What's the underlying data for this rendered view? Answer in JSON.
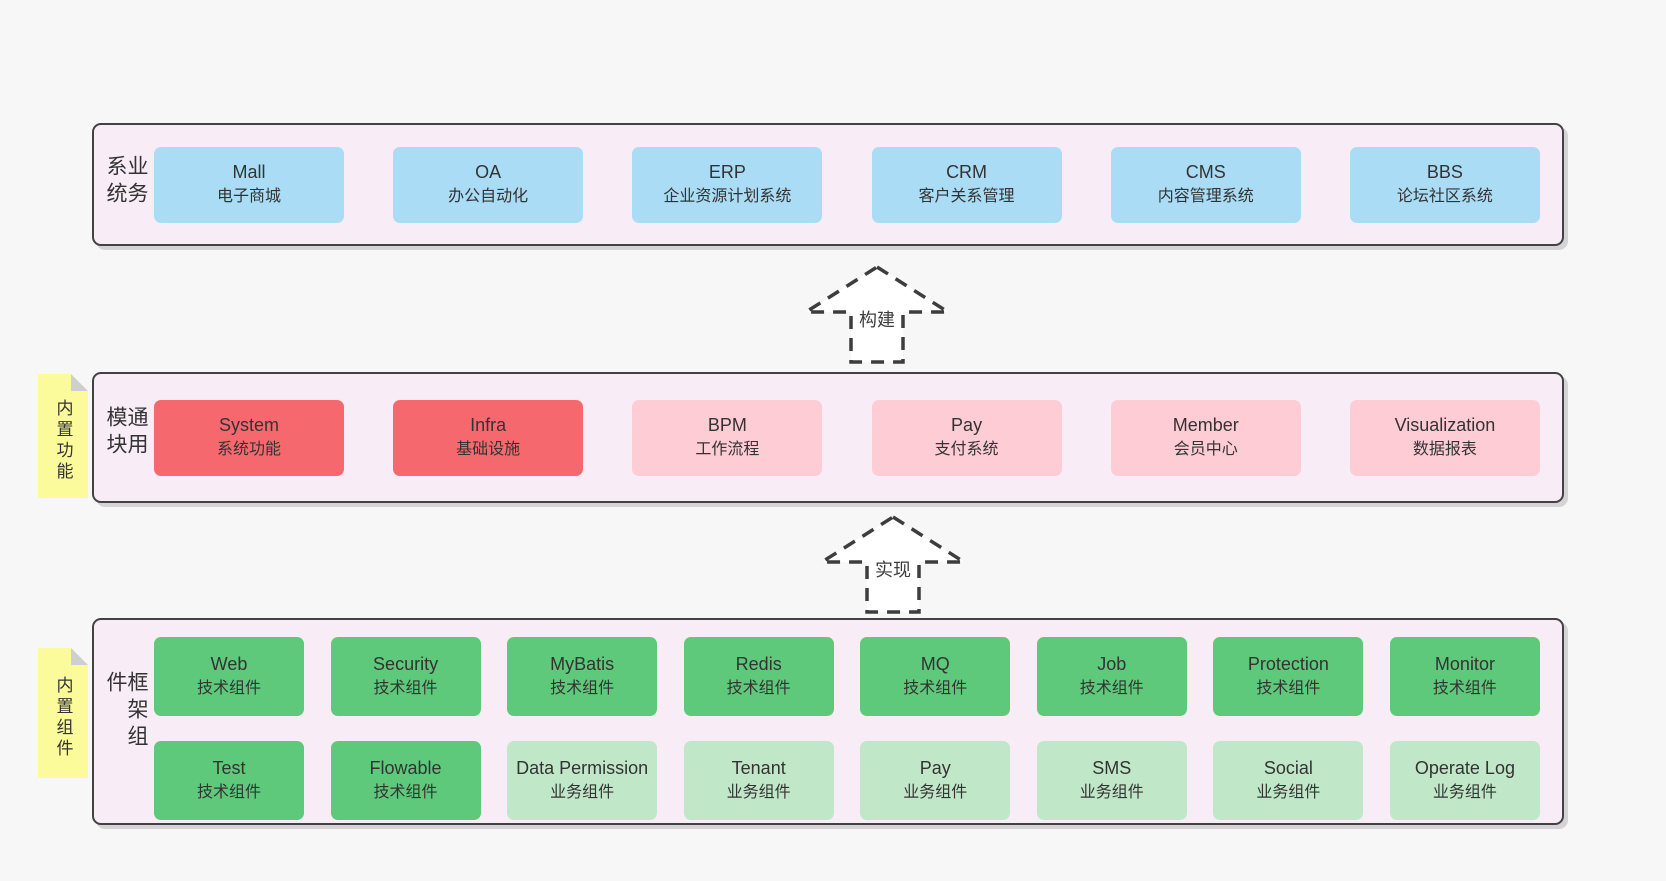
{
  "colors": {
    "page_bg": "#f7f7f7",
    "container_bg": "#f8edf6",
    "container_border": "#424242",
    "node_blue": "#aadcf5",
    "node_red": "#f5696e",
    "node_pink": "#fdccd5",
    "node_green": "#5ec97a",
    "node_light_green": "#c0e8c8",
    "sticky_yellow": "#fbfb9c",
    "fold_gray": "#cfcfcf",
    "text": "#333333"
  },
  "sections": {
    "business": {
      "label": "业务系统",
      "items": [
        {
          "name": "Mall",
          "desc": "电子商城"
        },
        {
          "name": "OA",
          "desc": "办公自动化"
        },
        {
          "name": "ERP",
          "desc": "企业资源计划系统"
        },
        {
          "name": "CRM",
          "desc": "客户关系管理"
        },
        {
          "name": "CMS",
          "desc": "内容管理系统"
        },
        {
          "name": "BBS",
          "desc": "论坛社区系统"
        }
      ]
    },
    "modules": {
      "label": "通用模块",
      "note": "内置功能",
      "items": [
        {
          "name": "System",
          "desc": "系统功能"
        },
        {
          "name": "Infra",
          "desc": "基础设施"
        },
        {
          "name": "BPM",
          "desc": "工作流程"
        },
        {
          "name": "Pay",
          "desc": "支付系统"
        },
        {
          "name": "Member",
          "desc": "会员中心"
        },
        {
          "name": "Visualization",
          "desc": "数据报表"
        }
      ]
    },
    "framework": {
      "label": "框架组件",
      "note": "内置组件",
      "row1": [
        {
          "name": "Web",
          "desc": "技术组件"
        },
        {
          "name": "Security",
          "desc": "技术组件"
        },
        {
          "name": "MyBatis",
          "desc": "技术组件"
        },
        {
          "name": "Redis",
          "desc": "技术组件"
        },
        {
          "name": "MQ",
          "desc": "技术组件"
        },
        {
          "name": "Job",
          "desc": "技术组件"
        },
        {
          "name": "Protection",
          "desc": "技术组件"
        },
        {
          "name": "Monitor",
          "desc": "技术组件"
        }
      ],
      "row2": [
        {
          "name": "Test",
          "desc": "技术组件"
        },
        {
          "name": "Flowable",
          "desc": "技术组件"
        },
        {
          "name": "Data Permission",
          "desc": "业务组件"
        },
        {
          "name": "Tenant",
          "desc": "业务组件"
        },
        {
          "name": "Pay",
          "desc": "业务组件"
        },
        {
          "name": "SMS",
          "desc": "业务组件"
        },
        {
          "name": "Social",
          "desc": "业务组件"
        },
        {
          "name": "Operate Log",
          "desc": "业务组件"
        }
      ]
    }
  },
  "arrows": [
    {
      "label": "构建"
    },
    {
      "label": "实现"
    }
  ]
}
